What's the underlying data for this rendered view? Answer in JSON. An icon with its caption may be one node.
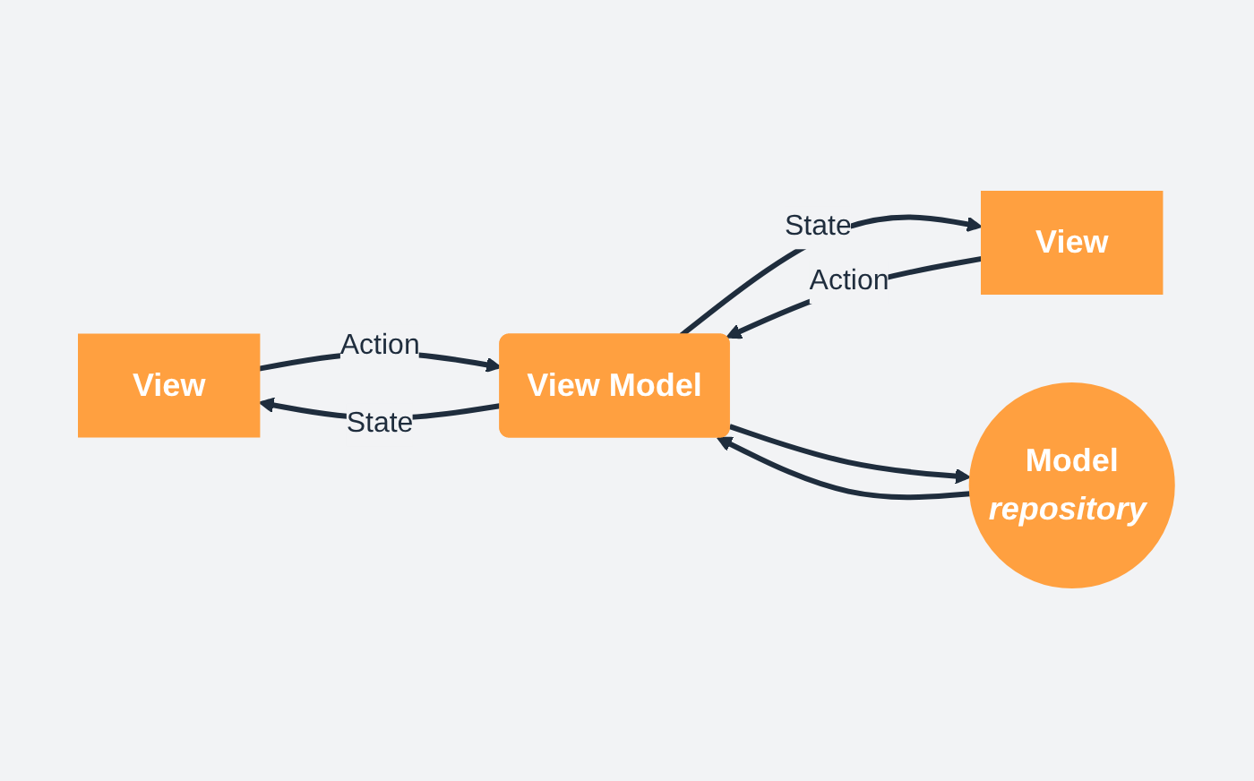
{
  "diagram": {
    "nodes": [
      {
        "text": [
          "View"
        ]
      },
      {
        "text": [
          "View"
        ]
      },
      {
        "text": [
          "View Model"
        ]
      },
      {
        "text": [
          "Model *repository*"
        ]
      }
    ],
    "edges": [
      {
        "from": 0,
        "to": 2,
        "arrow": "to",
        "label": "Action"
      },
      {
        "from": 2,
        "to": 0,
        "arrow": "to",
        "label": "State"
      },
      {
        "from": 2,
        "to": 1,
        "arrow": "to",
        "label": "State"
      },
      {
        "from": 1,
        "to": 2,
        "arrow": "to",
        "label": "Action"
      },
      {
        "from": 3,
        "to": 2,
        "arrow": "to"
      },
      {
        "from": 2,
        "to": 3,
        "arrow": "to"
      }
    ]
  }
}
